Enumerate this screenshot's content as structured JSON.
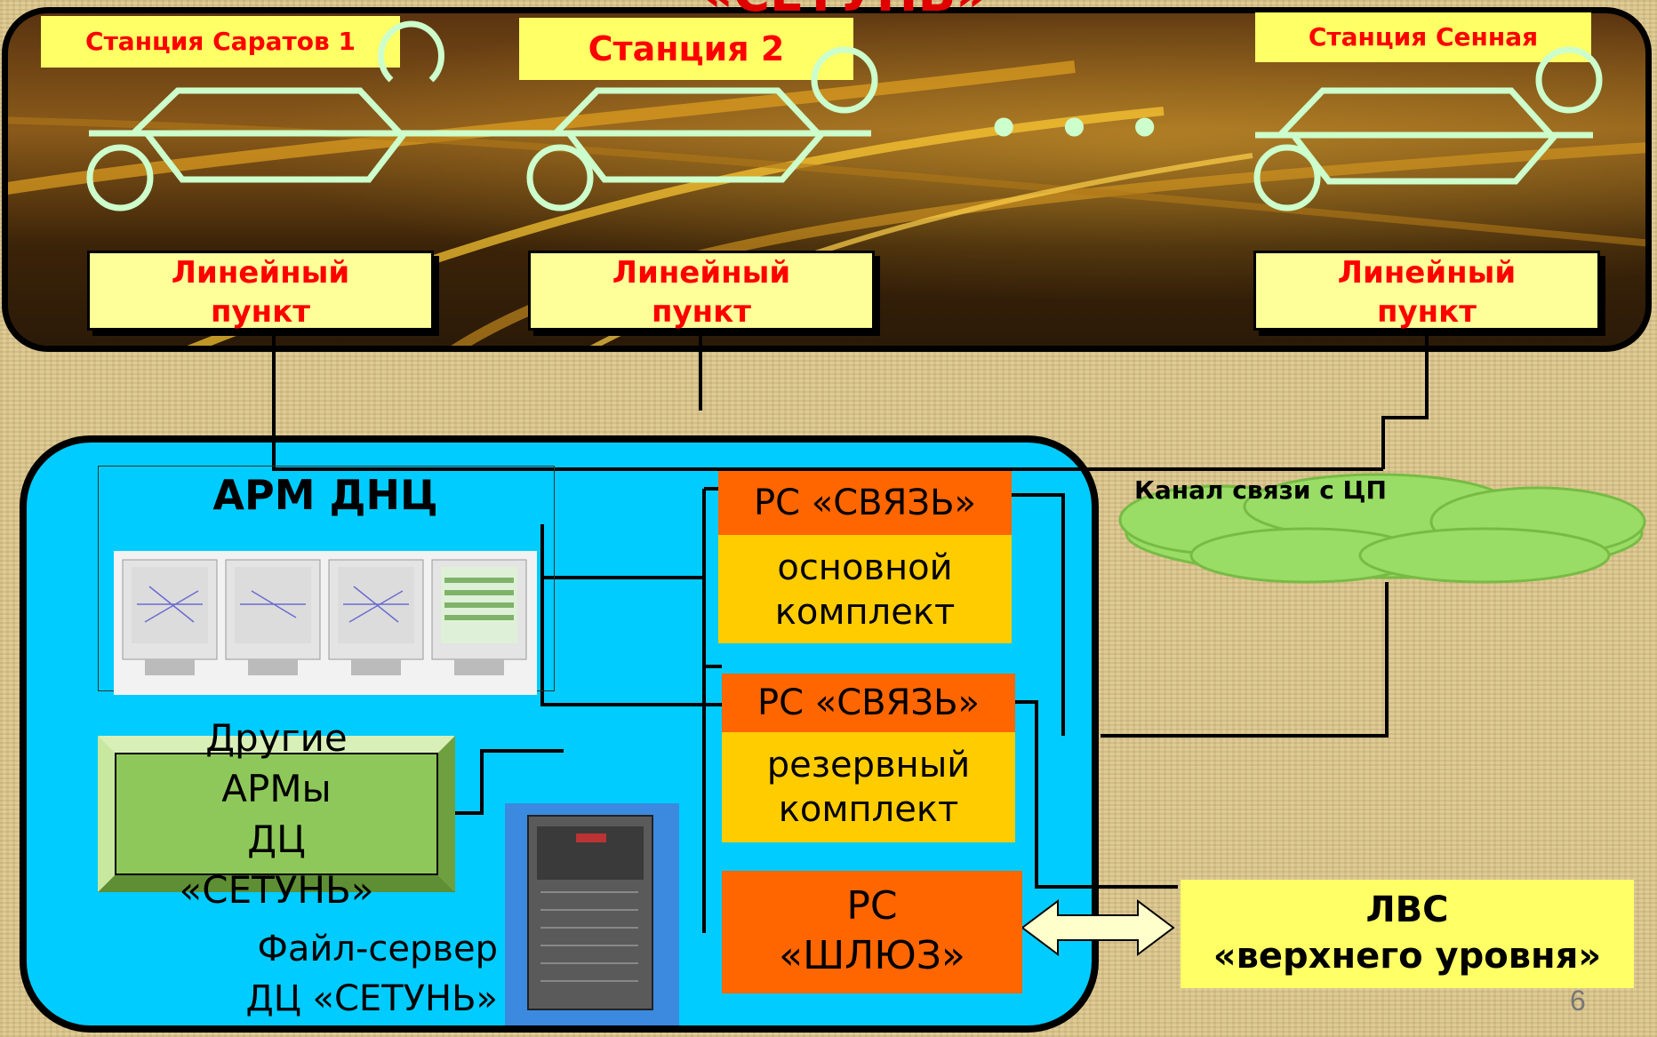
{
  "title_partial": "«СЕТУНЬ»",
  "stations": [
    {
      "label": "Станция Саратов 1",
      "point": "Линейный пункт"
    },
    {
      "label": "Станция 2",
      "point": "Линейный пункт"
    },
    {
      "label": "Станция Сенная",
      "point": "Линейный пункт"
    }
  ],
  "ellipsis": "• • •",
  "point_lines": [
    "Линейный",
    "пункт"
  ],
  "arm_dnc": "АРМ ДНЦ",
  "rs_main": {
    "head": "РС «СВЯЗЬ»",
    "line1": "основной",
    "line2": "комплект"
  },
  "rs_reserve": {
    "head": "РС «СВЯЗЬ»",
    "line1": "резервный",
    "line2": "комплект"
  },
  "rs_gateway": {
    "line1": "РС",
    "line2": "«ШЛЮЗ»"
  },
  "other_arms": [
    "Другие",
    "АРМы",
    "ДЦ",
    "«СЕТУНЬ»"
  ],
  "file_server": [
    "Файл-сервер",
    "ДЦ «СЕТУНЬ»"
  ],
  "channel_label": "Канал связи с ЦП",
  "lvs": [
    "ЛВС",
    "«верхнего уровня»"
  ],
  "page_number": "6",
  "colors": {
    "station_label_bg": "#ffff66",
    "station_label_text": "#ff0000",
    "bottom_panel": "#00ccff",
    "rs_head": "#ff6600",
    "rs_body": "#ffcc00",
    "other_arms_bg": "#8fc85a",
    "cloud": "#99dd66",
    "track": "#ccffcc"
  }
}
